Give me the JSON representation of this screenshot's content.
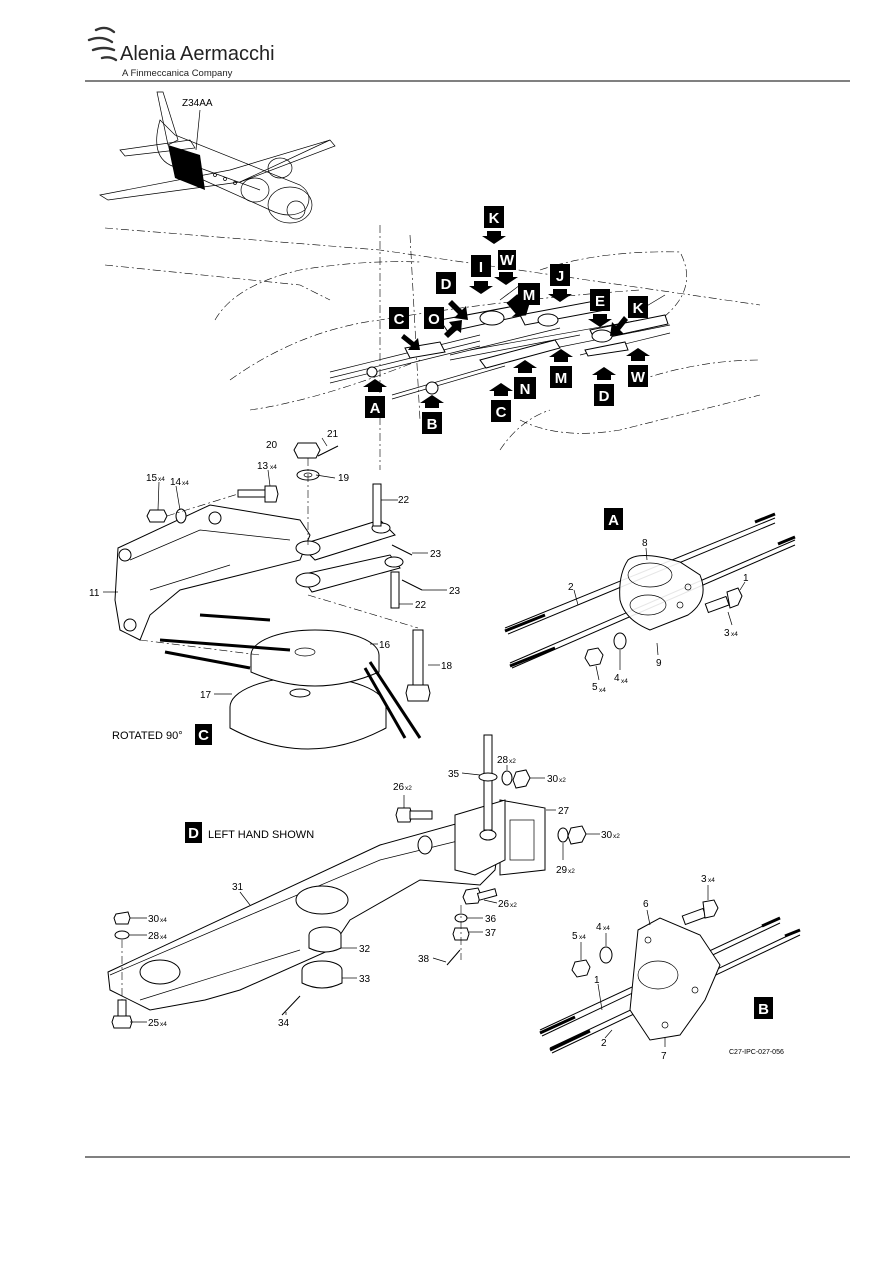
{
  "header": {
    "company_name": "Alenia Aermacchi",
    "company_subtitle": "A Finmeccanica Company"
  },
  "overview": {
    "zone_label": "Z34AA"
  },
  "callouts": [
    "K",
    "W",
    "I",
    "J",
    "D",
    "M",
    "E",
    "K",
    "C",
    "O",
    "M",
    "W",
    "A",
    "B",
    "C",
    "N",
    "M",
    "D"
  ],
  "views": {
    "c_caption": "ROTATED 90°",
    "c_letter": "C",
    "d_caption": "LEFT HAND SHOWN",
    "d_letter": "D",
    "a_letter": "A",
    "b_letter": "B"
  },
  "view_c_labels": {
    "p20": "20",
    "p21": "21",
    "p13": "13",
    "p13q": "x4",
    "p19": "19",
    "p15": "15",
    "p15q": "x4",
    "p14": "14",
    "p14q": "x4",
    "p22a": "22",
    "p23a": "23",
    "p11": "11",
    "p23b": "23",
    "p22b": "22",
    "p16": "16",
    "p18": "18",
    "p17": "17"
  },
  "view_a_labels": {
    "p8": "8",
    "p2": "2",
    "p1": "1",
    "p3": "3",
    "p3q": "x4",
    "p9": "9",
    "p4": "4",
    "p4q": "x4",
    "p5": "5",
    "p5q": "x4"
  },
  "view_d_labels": {
    "p35": "35",
    "p28a": "28",
    "p28aq": "x2",
    "p30a": "30",
    "p30aq": "x2",
    "p26a": "26",
    "p26aq": "x2",
    "p27": "27",
    "p30b": "30",
    "p30bq": "x2",
    "p29": "29",
    "p29q": "x2",
    "p31": "31",
    "p26b": "26",
    "p26bq": "x2",
    "p36": "36",
    "p37": "37",
    "p30c": "30",
    "p30cq": "x4",
    "p28c": "28",
    "p28cq": "x4",
    "p32": "32",
    "p38": "38",
    "p33": "33",
    "p34": "34",
    "p25": "25",
    "p25q": "x4"
  },
  "view_b_labels": {
    "p3": "3",
    "p3q": "x4",
    "p6": "6",
    "p4": "4",
    "p4q": "x4",
    "p5": "5",
    "p5q": "x4",
    "p1": "1",
    "p2": "2",
    "p7": "7"
  },
  "figure_ref": "C27-IPC-027-056"
}
